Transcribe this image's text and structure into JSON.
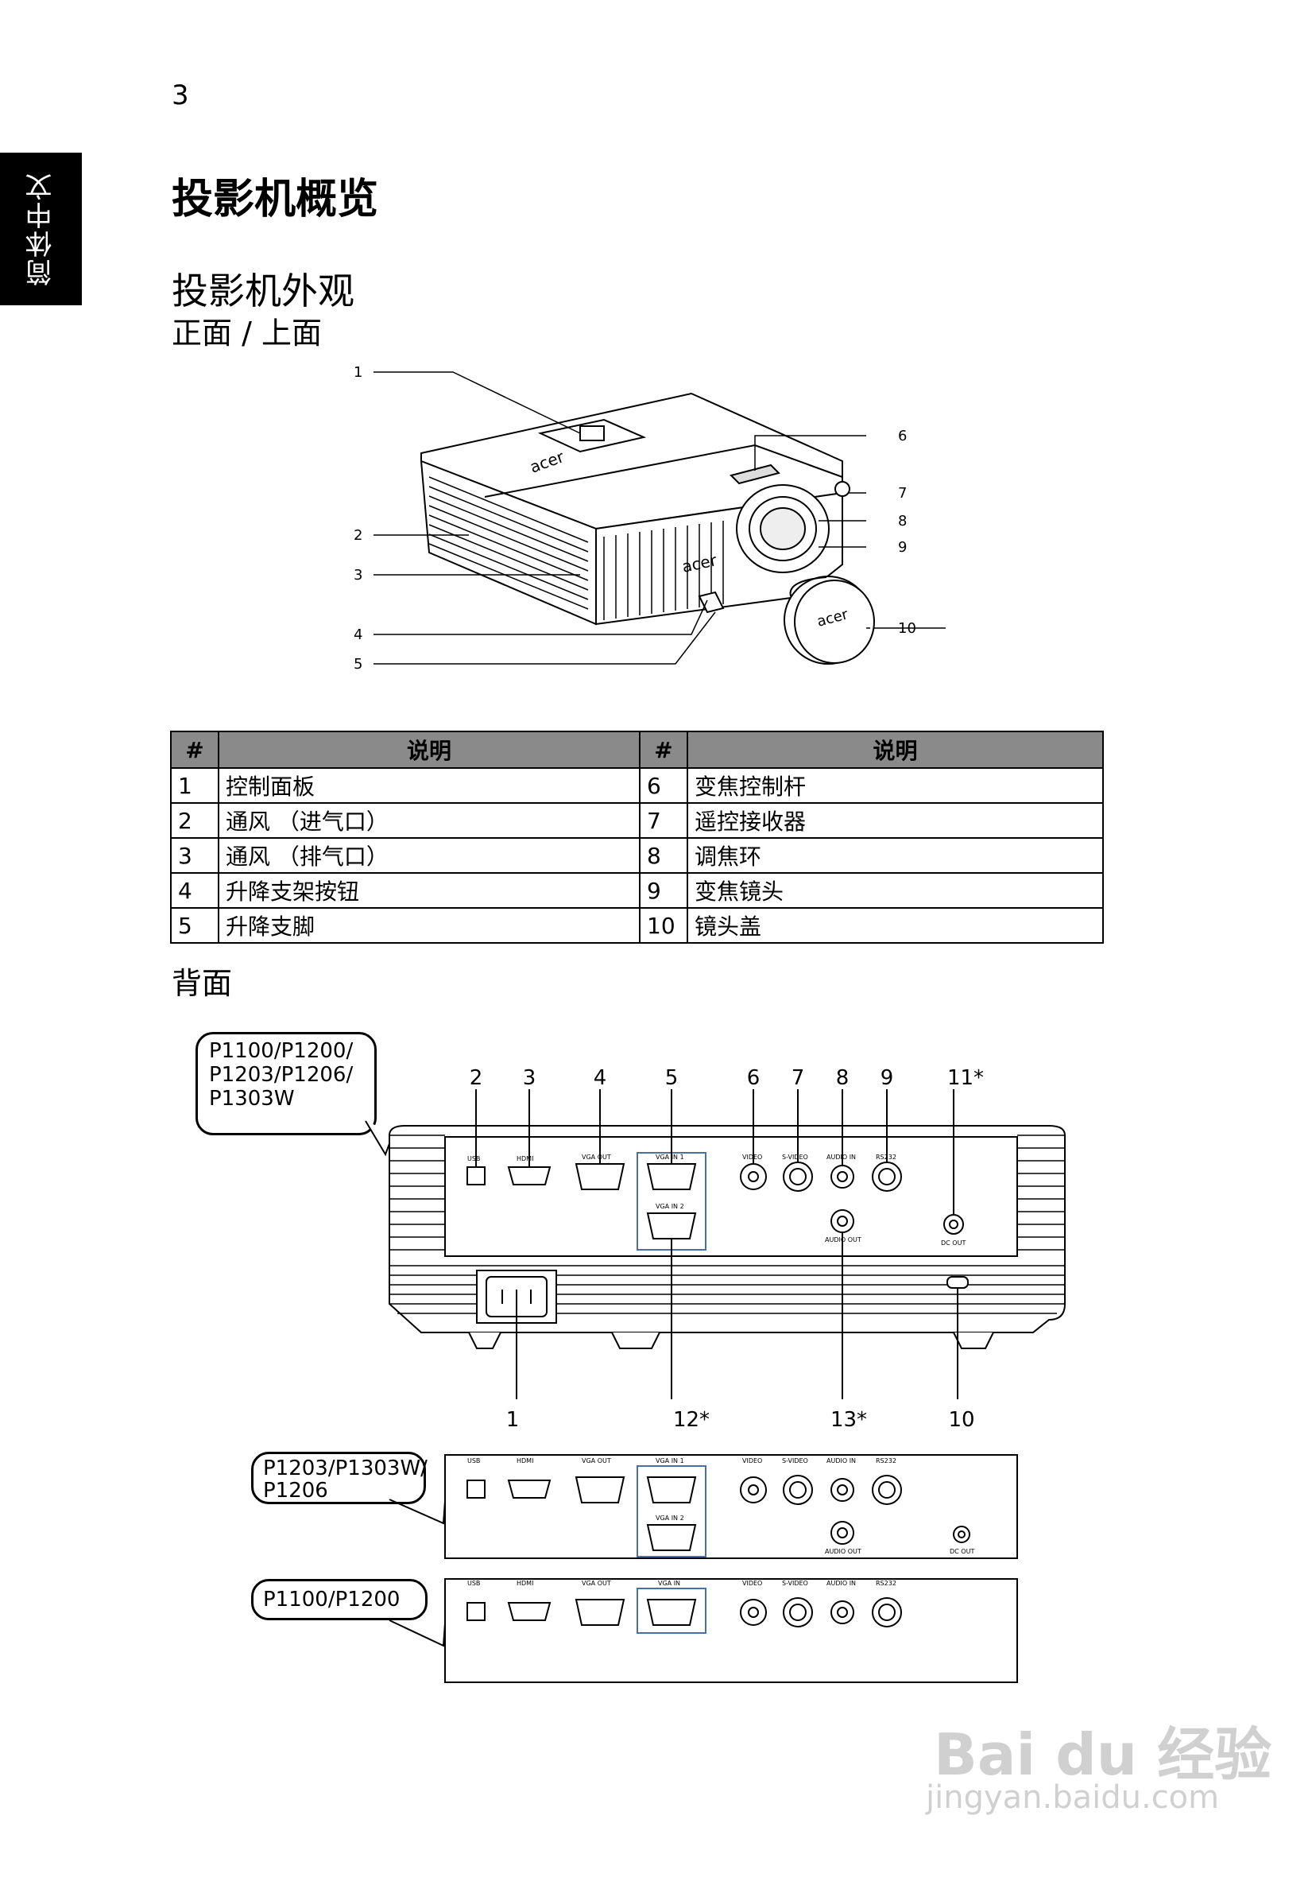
{
  "page_number": "3",
  "side_tab": "简体中文",
  "title": "投影机概览",
  "section_title": "投影机外观",
  "front_top_title": "正面 / 上面",
  "rear_title": "背面",
  "front_callouts": [
    "1",
    "2",
    "3",
    "4",
    "5",
    "6",
    "7",
    "8",
    "9",
    "10"
  ],
  "lens_logo": "acer",
  "table": {
    "headers": [
      "#",
      "说明",
      "#",
      "说明"
    ],
    "rows": [
      {
        "n1": "1",
        "d1": "控制面板",
        "n2": "6",
        "d2": "变焦控制杆"
      },
      {
        "n1": "2",
        "d1": "通风 （进气口）",
        "n2": "7",
        "d2": "遥控接收器"
      },
      {
        "n1": "3",
        "d1": "通风 （排气口）",
        "n2": "8",
        "d2": "调焦环"
      },
      {
        "n1": "4",
        "d1": "升降支架按钮",
        "n2": "9",
        "d2": "变焦镜头"
      },
      {
        "n1": "5",
        "d1": "升降支脚",
        "n2": "10",
        "d2": "镜头盖"
      }
    ]
  },
  "rear": {
    "model_bubble_1": [
      "P1100/P1200/",
      "P1203/P1206/",
      "P1303W"
    ],
    "top_callouts": [
      "2",
      "3",
      "4",
      "5",
      "6",
      "7",
      "8",
      "9",
      "11*"
    ],
    "bottom_callouts": [
      "1",
      "12*",
      "13*",
      "10"
    ],
    "port_labels": [
      "USB",
      "HDMI",
      "VGA OUT",
      "VGA  IN 1",
      "VIDEO",
      "S-VIDEO",
      "AUDIO IN",
      "RS232",
      "VGA  IN 2",
      "AUDIO OUT",
      "DC OUT"
    ],
    "model_bubble_2": [
      "P1203/P1303W/",
      "P1206"
    ],
    "panel2_labels": [
      "USB",
      "HDMI",
      "VGA OUT",
      "VGA  IN 1",
      "VIDEO",
      "S-VIDEO",
      "AUDIO IN",
      "RS232",
      "VGA  IN 2",
      "AUDIO OUT",
      "DC OUT"
    ],
    "model_bubble_3": [
      "P1100/P1200"
    ],
    "panel3_labels": [
      "USB",
      "HDMI",
      "VGA OUT",
      "VGA  IN",
      "VIDEO",
      "S-VIDEO",
      "AUDIO IN",
      "RS232"
    ]
  },
  "watermark": {
    "brand": "Bai du 经验",
    "url": "jingyan.baidu.com"
  }
}
